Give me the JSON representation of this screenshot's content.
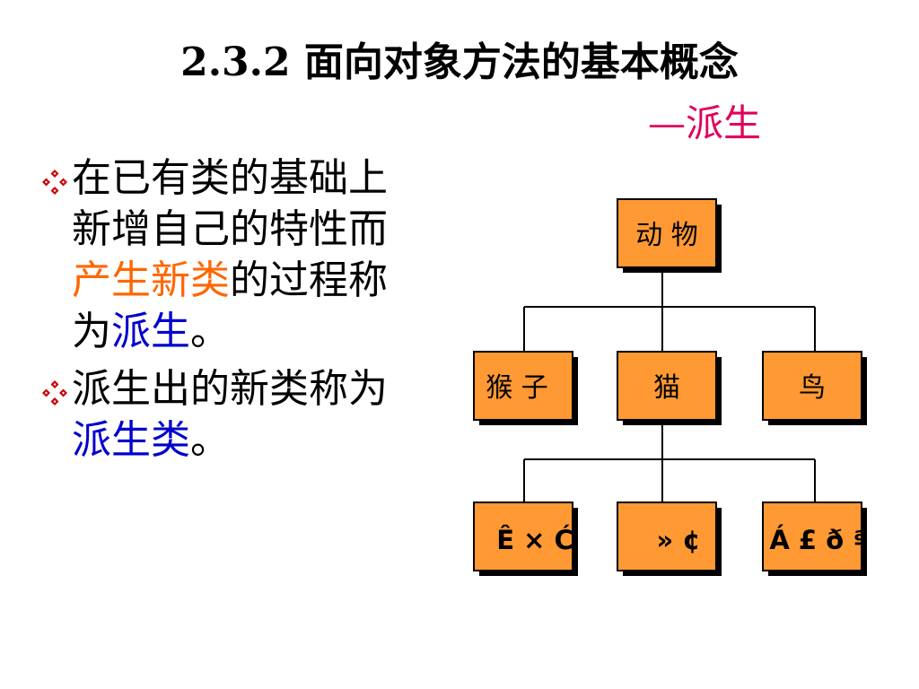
{
  "slide": {
    "title": "2.3.2 面向对象方法的基本概念",
    "subtitle": "—派生"
  },
  "bullets": [
    {
      "marker_icon": "diamond-bullet-icon",
      "parts": [
        {
          "text": "在已有类的基础上新增自己的特性而",
          "color": "#000000"
        },
        {
          "text": "产生新类",
          "color": "#ff6600"
        },
        {
          "text": "的过程称为",
          "color": "#000000"
        },
        {
          "text": "派生",
          "color": "#0000cc"
        },
        {
          "text": "。",
          "color": "#000000"
        }
      ]
    },
    {
      "marker_icon": "diamond-bullet-icon",
      "parts": [
        {
          "text": "派生出的新类称为",
          "color": "#000000"
        },
        {
          "text": "派生类",
          "color": "#0000cc"
        },
        {
          "text": "。",
          "color": "#000000"
        }
      ]
    }
  ],
  "diagram": {
    "root": {
      "label": "动 物"
    },
    "level1": [
      {
        "label": "猴 子"
      },
      {
        "label": "猫"
      },
      {
        "label": "鸟"
      }
    ],
    "level2": [
      {
        "label": "Ê × Ć"
      },
      {
        "label": "» ¢"
      },
      {
        "label": "Á £ ð ª"
      }
    ],
    "node_fill": "#ff9933",
    "line_color": "#000000"
  },
  "colors": {
    "subtitle": "#e0005c",
    "bullet_marker": "#cc0000",
    "highlight_orange": "#ff6600",
    "highlight_blue": "#0000cc"
  }
}
